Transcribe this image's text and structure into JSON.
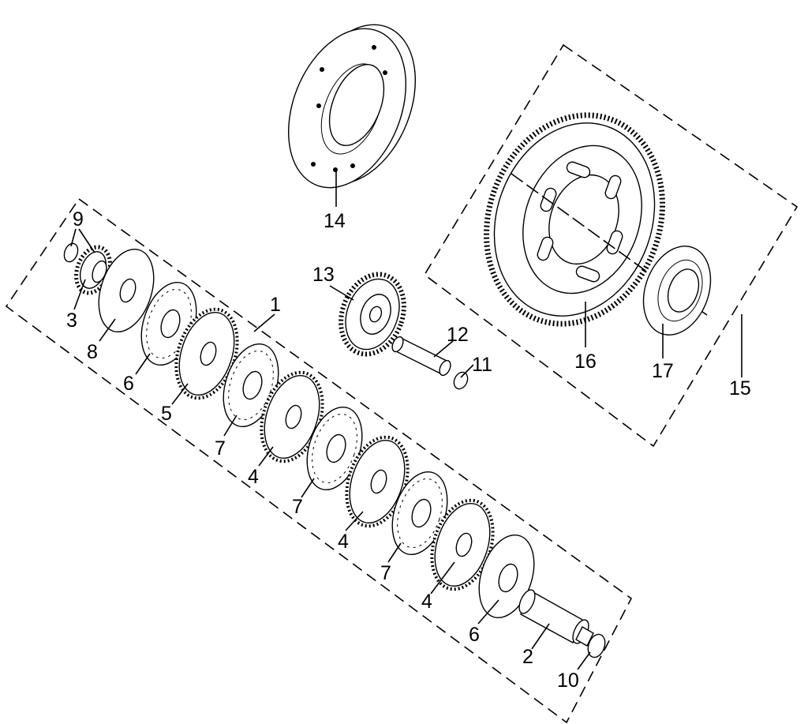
{
  "callouts": [
    "1",
    "2",
    "3",
    "4",
    "4",
    "4",
    "5",
    "6",
    "6",
    "7",
    "7",
    "7",
    "8",
    "9",
    "10",
    "11",
    "12",
    "13",
    "14",
    "15",
    "16",
    "17"
  ]
}
